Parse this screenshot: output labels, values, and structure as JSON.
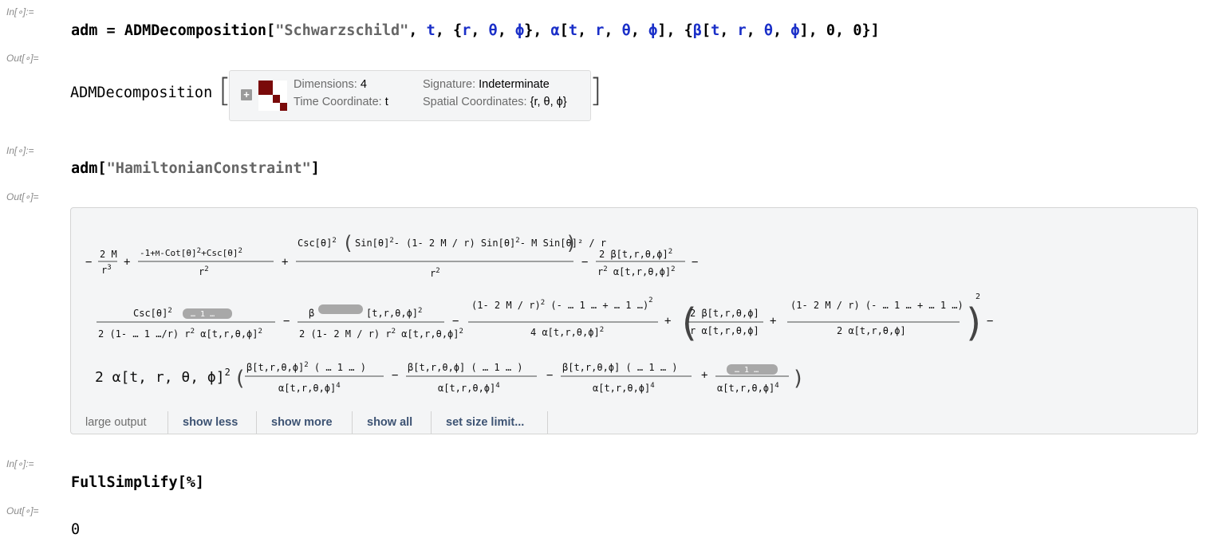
{
  "cells": {
    "in_label": "In[∘]:=",
    "out_label": "Out[∘]=",
    "in1": {
      "lhs": "adm",
      "eq": " = ",
      "fn": "ADMDecomposition[",
      "str": "\"Schwarzschild\"",
      "comma": ", ",
      "t": "t",
      "open_brace": "{",
      "r": "r",
      "theta": "θ",
      "phi": "ϕ",
      "close_brace": "}",
      "alpha": "α",
      "beta": "β",
      "lb": "[",
      "rb": "]",
      "zero": "0"
    },
    "out1": {
      "head": "ADMDecomposition",
      "dimensions_key": "Dimensions: ",
      "dimensions_val": "4",
      "signature_key": "Signature: ",
      "signature_val": "Indeterminate",
      "time_key": "Time Coordinate: ",
      "time_val": "t",
      "spatial_key": "Spatial Coordinates: ",
      "spatial_val": "{r, θ, ϕ}"
    },
    "in2": {
      "fn": "adm[",
      "str": "\"HamiltonianConstraint\"",
      "close": "]"
    },
    "out2": {
      "large_output_label": "large output",
      "show_less": "show less",
      "show_more": "show more",
      "show_all": "show all",
      "set_size_limit": "set size limit..."
    },
    "in3": {
      "code": "FullSimplify[%]"
    },
    "out3": {
      "value": "0"
    }
  },
  "colors": {
    "string": "#666666",
    "variable": "#1a2fc8",
    "label": "#8a8a8a",
    "panel_bg": "#f4f5f6",
    "matrix": "#7a0a0a",
    "button_text": "#3d5373"
  },
  "icons": [
    "expand-plus-icon",
    "metric-matrix-icon"
  ]
}
